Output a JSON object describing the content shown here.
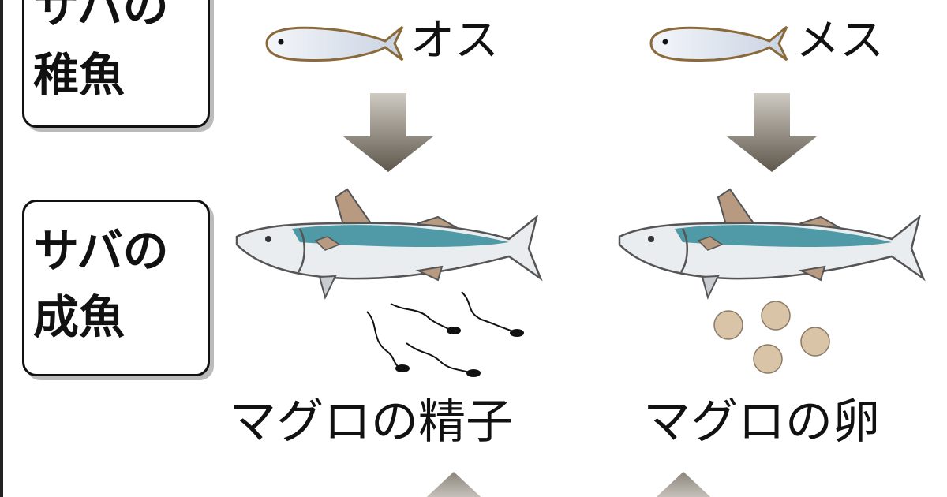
{
  "rows": {
    "juvenile": {
      "line1": "サバの",
      "line2": "稚魚"
    },
    "adult": {
      "line1": "サバの",
      "line2": "成魚"
    }
  },
  "columns": {
    "male": {
      "label": "オス",
      "product": "マグロの精子"
    },
    "female": {
      "label": "メス",
      "product": "マグロの卵"
    }
  },
  "colors": {
    "arrow": "#6e675c",
    "fish_back": "#4f9aa6",
    "fish_body": "#e8ecef",
    "egg": "#d9c4a8"
  }
}
